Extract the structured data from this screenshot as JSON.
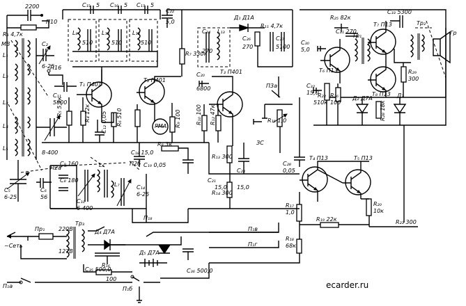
{
  "labels": {
    "c2200": "2200",
    "p10": "П10",
    "r1": "R₁ 4,7к",
    "mv": "MB",
    "c2": "C₂",
    "c2v": "6-25",
    "l1": "L₁",
    "l2": "L₂",
    "l3": "L₃",
    "l4": "L₄",
    "l5": "L₅",
    "p16": "П16",
    "c11": "C₁₁",
    "c11v": "5800",
    "t1": "T₁ П401",
    "r5": "R₅ 5,1к",
    "r4": "R₄ 12к",
    "c12": "C₁₂ 0,05",
    "r6": "R₆ 510",
    "c4": "8-400",
    "c5": "C₅",
    "c5v": "6-25",
    "c6": "C₆",
    "c6v": "56",
    "p2a": "П2а",
    "c9": "C₉ 160",
    "c8": "C₈ 180",
    "l6": "L₆",
    "p2b": "П2б",
    "l7": "L₇",
    "c10": "C₁₀",
    "c10v": "6-400",
    "c14": "C₁₄",
    "c14v": "6-25",
    "c15": "C₁₅",
    "c16": "C₁₆",
    "c17": "C₁₇",
    "five1": "5",
    "five2": "5",
    "five3": "5",
    "l8": "L₈",
    "l8v": "510",
    "l10": "L₁₀",
    "l10v": "510",
    "l12": "L₁₂",
    "l12v": "510",
    "t2": "T₂ П401",
    "r7": "R₇ 330к",
    "r8": "R₈ 3к",
    "r9": "R₉ 100",
    "c18": "C₁₈ 15,0",
    "c19": "C₁₉ 0,05",
    "pma": "РМА",
    "c22": "C₂₂",
    "c22v": "5,0",
    "c24": "C₂₄",
    "c24v": "270",
    "l13": "L₁₃",
    "d1": "Д₁ Д1А",
    "r11": "R₁₁ 4,7к",
    "c26": "C₂₆",
    "c26v": "270",
    "c27": "C₂₇",
    "c27v": "5100",
    "t3": "T₃ П401",
    "c20": "C₂₀",
    "c20v": "6800",
    "r10": "R₁₀ 100",
    "r12": "R₁₂ 47к",
    "r13": "R₁₃ 300",
    "r14": "R₁₄ 300",
    "c21": "C₂₁",
    "c21v": "15,0",
    "c23": "C₂₃",
    "c23v": "15,0",
    "p3a": "П3а",
    "r15": "R₁₅ 1,0",
    "zs": "ЗС",
    "c30": "C₃₀",
    "c30v": "5,0",
    "r25": "R₂₅ 82к",
    "c31": "C₃₁ 270",
    "c33": "C₃₃ 5300",
    "tr1": "Tр₁",
    "t7": "T₇ П13",
    "t6": "T₆ П13",
    "r26": "R₂₆",
    "r26v": "100",
    "r22": "R₂₂",
    "r22v": "510к",
    "c32": "C₃₂",
    "c32v": "15,0",
    "d2": "Д₂ Д7А",
    "t8": "T₈ П13",
    "r28": "R₂₈ 18к",
    "d3": "Д₃",
    "r29": "R₂₉",
    "r29v": "300",
    "tr2": "Tр₂",
    "gr": "Гр",
    "c28": "C₂₈",
    "c28v": "0,05",
    "t4": "T₄ П13",
    "t5": "T₅ П13",
    "r17": "R₁₇",
    "r17v": "1,0",
    "r19": "R₁₉ 22к",
    "r20": "R₂₀",
    "r20v": "10к",
    "r23": "R₂₃ 300",
    "r18": "R₁₈",
    "r18v": "68к",
    "p18": "П₁₈",
    "p1v": "П₁в",
    "p1g": "П₁г",
    "set": "~Сеть",
    "pr1": "Пр₁",
    "v220": "220В",
    "v127": "127В",
    "tr3": "Тр₃",
    "d4": "Д₄ Д7А",
    "d5": "Д₅ Д7А",
    "c35": "C₃₅ 500,0",
    "c36": "C₃₆ 500,0",
    "r16": "R₁₆",
    "r16v": "100",
    "p1a": "П₁а",
    "p1b": "П₁б",
    "watermark": "ecarder.ru"
  }
}
